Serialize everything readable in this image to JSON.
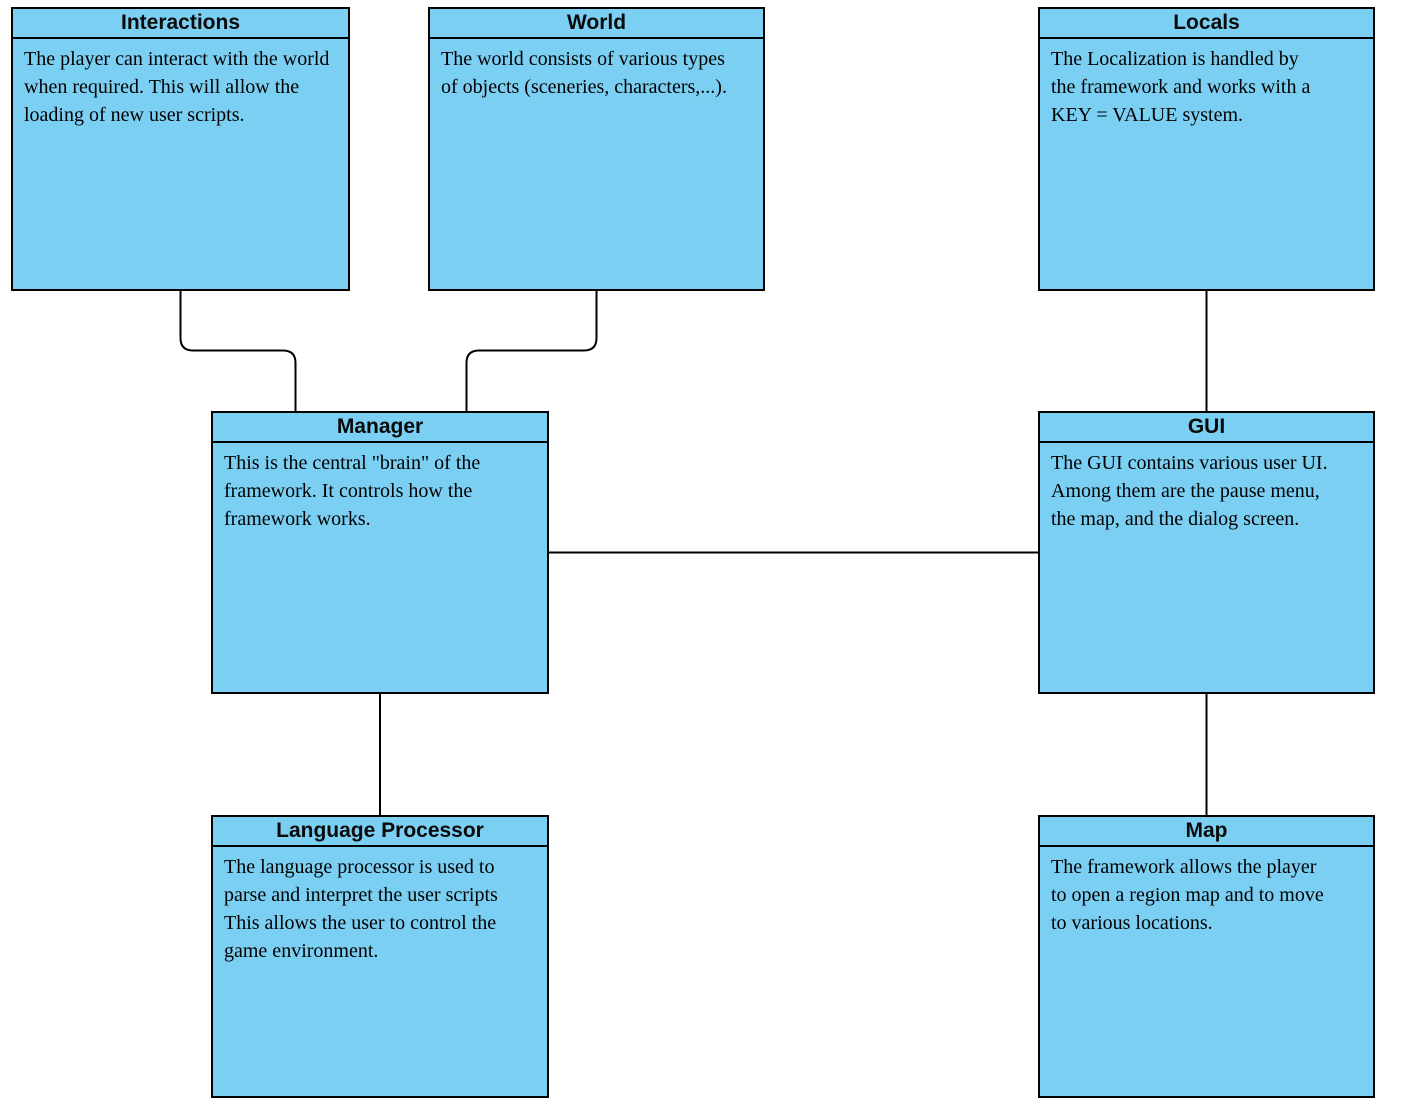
{
  "diagram": {
    "type": "component-diagram",
    "colors": {
      "node_fill": "#7bcff2",
      "node_border": "#000000",
      "edge_stroke": "#000000",
      "background": "#ffffff"
    },
    "nodes": [
      {
        "id": "interactions",
        "title": "Interactions",
        "description": "The player can interact with the world\nwhen required. This will allow the\nloading of new user scripts."
      },
      {
        "id": "world",
        "title": "World",
        "description": "The world consists of various types\nof objects (sceneries, characters,...)."
      },
      {
        "id": "locals",
        "title": "Locals",
        "description": "The Localization is handled by\nthe framework and works with a\nKEY = VALUE system."
      },
      {
        "id": "manager",
        "title": "Manager",
        "description": "This is the central \"brain\" of the\nframework. It controls how the\nframework works."
      },
      {
        "id": "gui",
        "title": "GUI",
        "description": "The GUI contains various user UI.\nAmong them are the pause menu,\nthe map, and the dialog screen."
      },
      {
        "id": "language-processor",
        "title": "Language Processor",
        "description": "The language processor is used to\nparse and interpret the user scripts\nThis allows the user to control the\ngame environment."
      },
      {
        "id": "map",
        "title": "Map",
        "description": "The framework allows the player\nto open a region map and to move\nto various locations."
      }
    ],
    "edges": [
      {
        "from": "interactions",
        "to": "manager"
      },
      {
        "from": "world",
        "to": "manager"
      },
      {
        "from": "locals",
        "to": "gui"
      },
      {
        "from": "manager",
        "to": "gui"
      },
      {
        "from": "manager",
        "to": "language-processor"
      },
      {
        "from": "gui",
        "to": "map"
      }
    ]
  }
}
